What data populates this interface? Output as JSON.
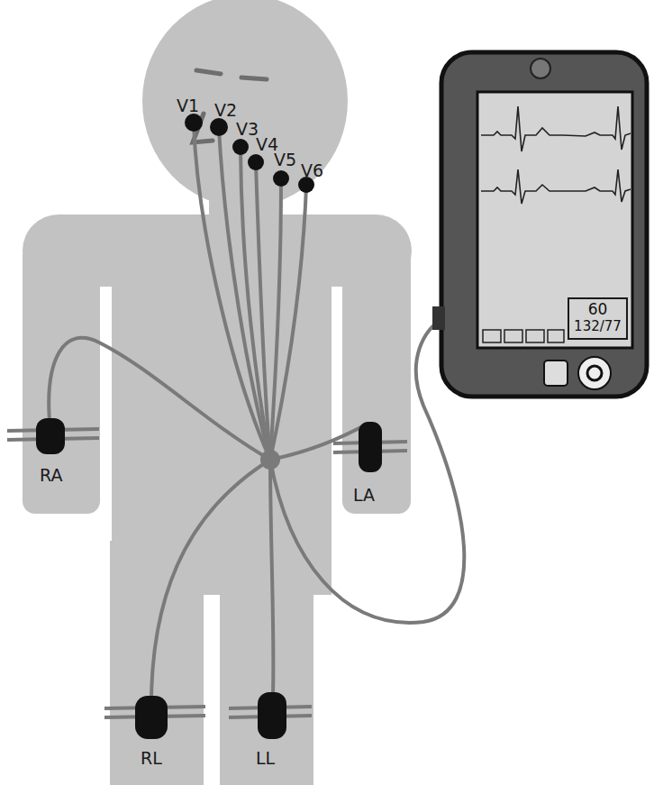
{
  "diagram": {
    "nodes": [
      {
        "text": [
          "60",
          "132/77"
        ]
      }
    ],
    "labels": [
      "V1",
      "V2",
      "V3",
      "V4",
      "V5",
      "V6",
      "RA",
      "LA",
      "RL",
      "LL"
    ]
  }
}
